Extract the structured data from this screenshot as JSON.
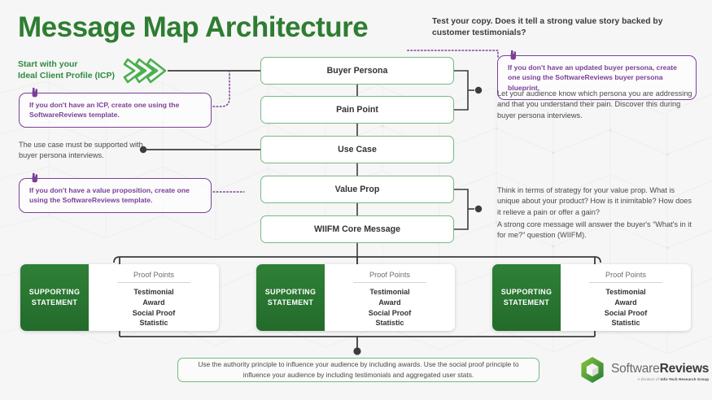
{
  "header": {
    "title": "Message Map Architecture",
    "subtitle": "Test your copy. Does it tell a strong value story backed by customer testimonials?"
  },
  "start": {
    "label": "Start with your\nIdeal Client Profile (ICP)",
    "arrow_icon": "double-chevron-right-icon"
  },
  "flow": {
    "boxes": [
      {
        "label": "Buyer Persona"
      },
      {
        "label": "Pain Point"
      },
      {
        "label": "Use Case"
      },
      {
        "label": "Value Prop"
      },
      {
        "label": "WIIFM Core Message"
      }
    ]
  },
  "callouts": {
    "icp": {
      "text": "If you don't have an ICP, create one using the SoftwareReviews template.",
      "icon": "hand-pointer-icon"
    },
    "value_prop": {
      "text": "If you don't have a value proposition, create one using the SoftwareReviews template.",
      "icon": "hand-pointer-icon"
    },
    "buyer_persona": {
      "text": "If you don't have an updated buyer persona, create one using the SoftwareReviews buyer persona blueprint.",
      "icon": "hand-pointer-icon"
    }
  },
  "notes": {
    "use_case": "The use case must be supported with buyer persona interviews.",
    "buyer_persona": "Let your audience know which persona you are addressing and that you understand their pain. Discover this during buyer persona interviews.",
    "value_prop": "Think in terms of strategy for your value prop. What is unique about your product? How is it inimitable? How does it relieve a pain or offer a gain?",
    "wiifm": "A strong core message will answer the buyer's “What's in it for me?” question (WIIFM)."
  },
  "supporting": {
    "cards": [
      {
        "statement": "SUPPORTING\nSTATEMENT",
        "proof_title": "Proof Points",
        "proof_points": "Testimonial\nAward\nSocial Proof\nStatistic"
      },
      {
        "statement": "SUPPORTING\nSTATEMENT",
        "proof_title": "Proof Points",
        "proof_points": "Testimonial\nAward\nSocial Proof\nStatistic"
      },
      {
        "statement": "SUPPORTING\nSTATEMENT",
        "proof_title": "Proof Points",
        "proof_points": "Testimonial\nAward\nSocial Proof\nStatistic"
      }
    ]
  },
  "footer": {
    "note": "Use the authority principle to influence your audience by including awards. Use the social proof principle to influence your audience by including testimonials and aggregated user stats.",
    "logo": {
      "icon": "hexagon-cube-logo-icon",
      "name_light": "Software",
      "name_bold": "Reviews",
      "tagline_prefix": "A Division of ",
      "tagline_bold": "Info-Tech Research Group"
    }
  },
  "colors": {
    "brand_green": "#2e7d32",
    "card_green": "#2f8037",
    "box_border_green": "#79b97f",
    "callout_purple": "#7b3f98",
    "connector_gray": "#3c3c3c",
    "background": "#f6f6f6"
  }
}
